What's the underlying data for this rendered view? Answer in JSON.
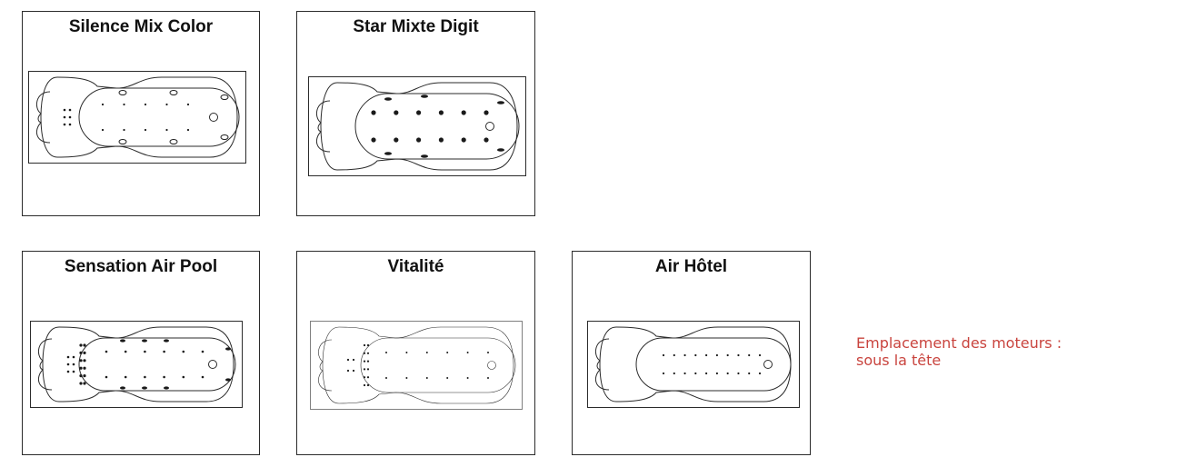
{
  "models": [
    {
      "id": "silence",
      "title": "Silence Mix Color"
    },
    {
      "id": "star",
      "title": "Star Mixte Digit"
    },
    {
      "id": "sensation",
      "title": "Sensation Air Pool"
    },
    {
      "id": "vitalite",
      "title": "Vitalité"
    },
    {
      "id": "airhotel",
      "title": "Air Hôtel"
    }
  ],
  "note": {
    "line1": "Emplacement des moteurs :",
    "line2": "sous la tête",
    "color": "#c9443e"
  },
  "colors": {
    "line": "#2b2b2b",
    "jet": "#1a1a1a"
  }
}
